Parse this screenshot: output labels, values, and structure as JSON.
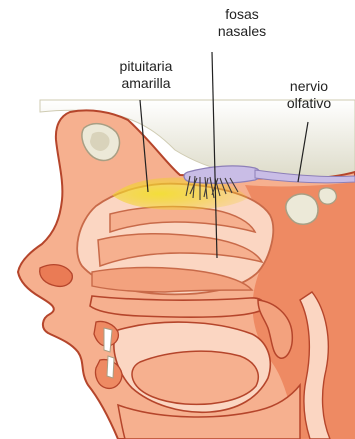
{
  "labels": {
    "fosas_nasales": [
      "fosas",
      "nasales"
    ],
    "pituitaria_amarilla": [
      "pituitaria",
      "amarilla"
    ],
    "nervio_olfativo": [
      "nervio",
      "olfativo"
    ]
  },
  "colors": {
    "background": "#ffffff",
    "skin": "#f6b08f",
    "skin_deep": "#ea7b55",
    "outline": "#b5452b",
    "cavity": "#fbd6c2",
    "bone": "#ece9d8",
    "brain": "#e3e1cf",
    "yellow_mucosa": "#f0cc1c",
    "nerve": "#c9bde6",
    "leader_line": "#222222"
  }
}
